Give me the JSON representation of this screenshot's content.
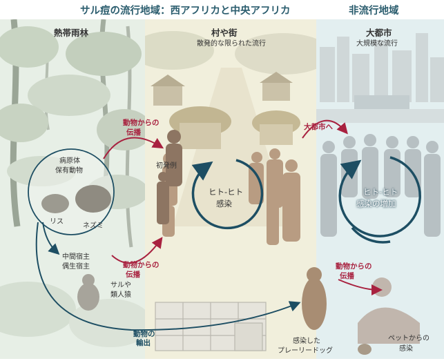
{
  "header": {
    "endemic_title": "サル痘の流行地域：西アフリカと中央アフリカ",
    "non_endemic_title": "非流行地域"
  },
  "regions": {
    "rainforest": {
      "title": "熱帯雨林"
    },
    "village": {
      "title": "村や街",
      "subtitle": "散発的な限られた流行"
    },
    "city": {
      "title": "大都市",
      "subtitle": "大規模な流行"
    }
  },
  "reservoir": {
    "title_line1": "病原体",
    "title_line2": "保有動物",
    "squirrel": "リス",
    "rat": "ネズミ"
  },
  "hosts": {
    "line1": "中間宿主",
    "line2": "偶生宿主",
    "primates_line1": "サルや",
    "primates_line2": "類人猿"
  },
  "transmission": {
    "from_animal_1_line1": "動物からの",
    "from_animal_1_line2": "伝播",
    "from_animal_2_line1": "動物からの",
    "from_animal_2_line2": "伝播",
    "from_animal_3_line1": "動物からの",
    "from_animal_3_line2": "伝播",
    "first_case": "初発例",
    "to_city": "大都市へ",
    "export_line1": "動物の",
    "export_line2": "輸出",
    "prairie_dog_line1": "感染した",
    "prairie_dog_line2": "プレーリードッグ",
    "pet_line1": "ペットからの",
    "pet_line2": "感染"
  },
  "cycles": {
    "village_line1": "ヒト-ヒト",
    "village_line2": "感染",
    "city_line1": "ヒト-ヒト",
    "city_line2": "感染の増加"
  },
  "colors": {
    "headline": "#2b5d6e",
    "animal_arrow": "#a8213f",
    "human_cycle": "#1d4e63",
    "rainforest_bg": "#e7efe6",
    "village_bg": "#f1efdc",
    "city_bg": "#e3eff0"
  }
}
